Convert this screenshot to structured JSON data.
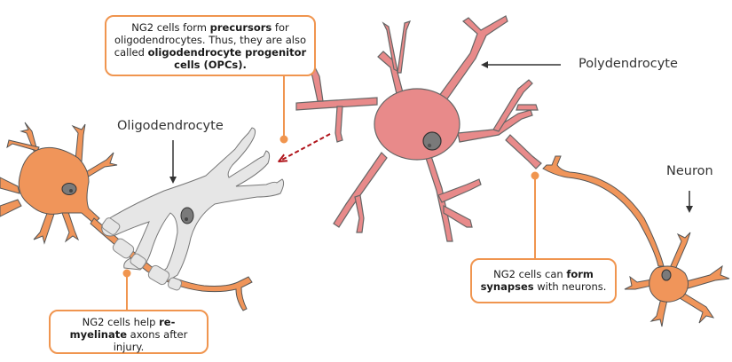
{
  "diagram": {
    "title": "NG2 cells (polydendrocytes) and their relationships",
    "labels": {
      "polydendrocyte": "Polydendrocyte",
      "oligodendrocyte": "Oligodendrocyte",
      "neuron": "Neuron"
    },
    "callouts": {
      "precursors": {
        "parts": [
          {
            "text": "NG2 cells form ",
            "bold": false
          },
          {
            "text": "precursors",
            "bold": true
          },
          {
            "text": " for oligodendrocytes. Thus, they are also called ",
            "bold": false
          },
          {
            "text": "oligodendrocyte progenitor cells (OPCs).",
            "bold": true
          }
        ]
      },
      "remyelinate": {
        "parts": [
          {
            "text": "NG2 cells help ",
            "bold": false
          },
          {
            "text": "re-myelinate",
            "bold": true
          },
          {
            "text": " axons after injury.",
            "bold": false
          }
        ]
      },
      "synapses": {
        "parts": [
          {
            "text": "NG2 cells can ",
            "bold": false
          },
          {
            "text": "form synapses",
            "bold": true
          },
          {
            "text": " with neurons.",
            "bold": false
          }
        ]
      }
    },
    "colors": {
      "polydendrocyte_fill": "#e88a8a",
      "neuron_fill": "#f0955a",
      "oligodendrocyte_fill": "#e6e6e6",
      "nucleus_fill": "#7a7a7a",
      "callout_border": "#f0954f",
      "dashed_arrow": "#b0141b",
      "label_arrow": "#333333"
    }
  }
}
